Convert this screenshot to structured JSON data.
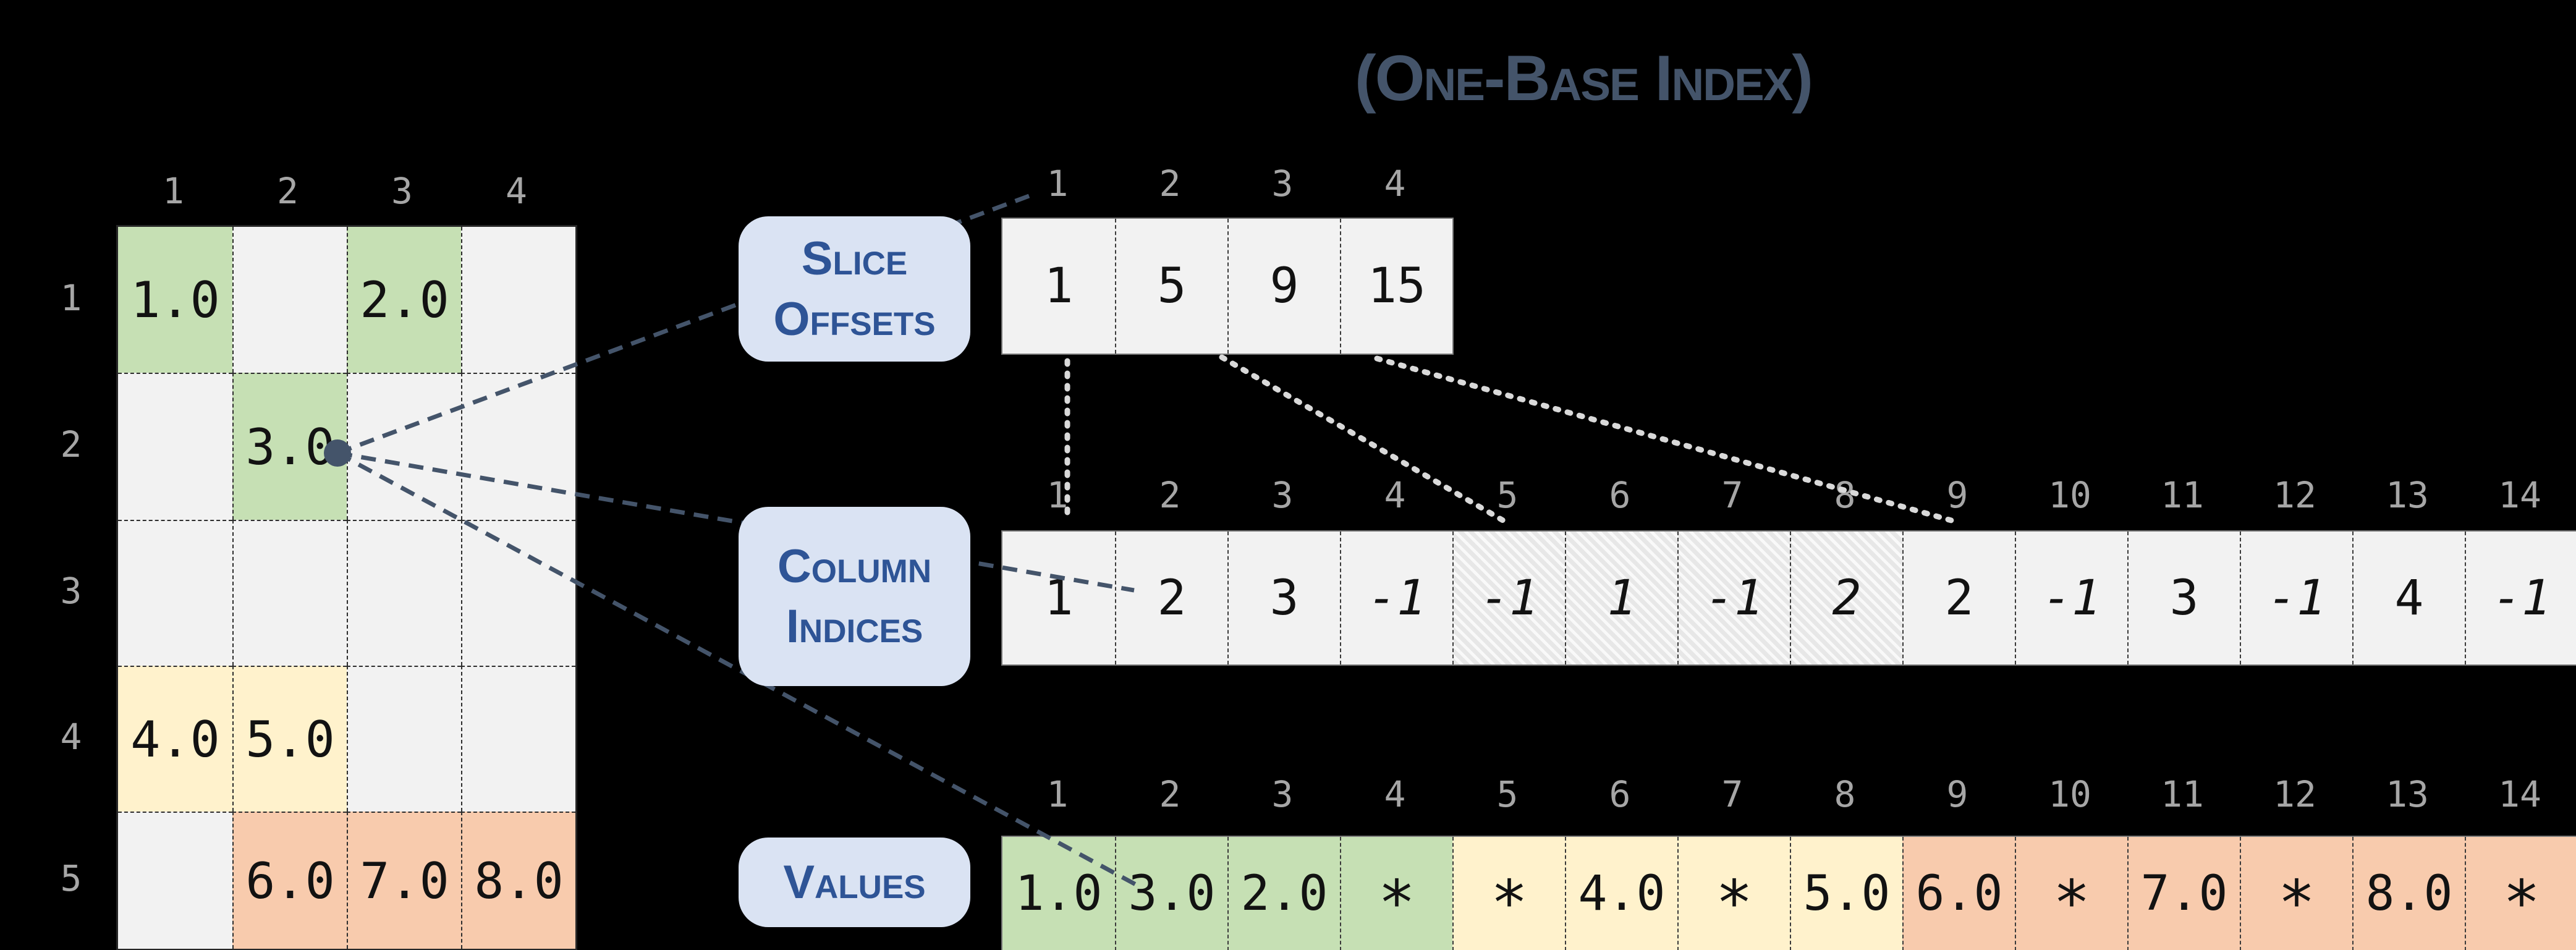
{
  "title": "(One-Base Index)",
  "matrix": {
    "col_headers": [
      "1",
      "2",
      "3",
      "4"
    ],
    "row_headers": [
      "1",
      "2",
      "3",
      "4",
      "5"
    ],
    "rows": [
      [
        {
          "v": "1.0",
          "c": "green"
        },
        {
          "v": "",
          "c": ""
        },
        {
          "v": "2.0",
          "c": "green"
        },
        {
          "v": "",
          "c": ""
        }
      ],
      [
        {
          "v": "",
          "c": ""
        },
        {
          "v": "3.0",
          "c": "green"
        },
        {
          "v": "",
          "c": ""
        },
        {
          "v": "",
          "c": ""
        }
      ],
      [
        {
          "v": "",
          "c": ""
        },
        {
          "v": "",
          "c": ""
        },
        {
          "v": "",
          "c": ""
        },
        {
          "v": "",
          "c": ""
        }
      ],
      [
        {
          "v": "4.0",
          "c": "yellow"
        },
        {
          "v": "5.0",
          "c": "yellow"
        },
        {
          "v": "",
          "c": ""
        },
        {
          "v": "",
          "c": ""
        }
      ],
      [
        {
          "v": "",
          "c": ""
        },
        {
          "v": "6.0",
          "c": "orange"
        },
        {
          "v": "7.0",
          "c": "orange"
        },
        {
          "v": "8.0",
          "c": "orange"
        }
      ]
    ]
  },
  "slice_offsets": {
    "label_line1": "Slice",
    "label_line2": "Offsets",
    "headers": [
      "1",
      "2",
      "3",
      "4"
    ],
    "cells": [
      {
        "v": "1"
      },
      {
        "v": "5"
      },
      {
        "v": "9"
      },
      {
        "v": "15"
      }
    ]
  },
  "column_indices": {
    "label_line1": "Column",
    "label_line2": "Indices",
    "headers": [
      "1",
      "2",
      "3",
      "4",
      "5",
      "6",
      "7",
      "8",
      "9",
      "10",
      "11",
      "12",
      "13",
      "14"
    ],
    "cells": [
      {
        "v": "1"
      },
      {
        "v": "2"
      },
      {
        "v": "3"
      },
      {
        "v": "-1",
        "italic": true
      },
      {
        "v": "-1",
        "italic": true,
        "hatched": true
      },
      {
        "v": "1",
        "italic": true,
        "hatched": true
      },
      {
        "v": "-1",
        "italic": true,
        "hatched": true
      },
      {
        "v": "2",
        "italic": true,
        "hatched": true
      },
      {
        "v": "2"
      },
      {
        "v": "-1",
        "italic": true
      },
      {
        "v": "3"
      },
      {
        "v": "-1",
        "italic": true
      },
      {
        "v": "4"
      },
      {
        "v": "-1",
        "italic": true
      }
    ]
  },
  "values_array": {
    "label": "Values",
    "headers": [
      "1",
      "2",
      "3",
      "4",
      "5",
      "6",
      "7",
      "8",
      "9",
      "10",
      "11",
      "12",
      "13",
      "14"
    ],
    "cells": [
      {
        "v": "1.0",
        "c": "green"
      },
      {
        "v": "3.0",
        "c": "green"
      },
      {
        "v": "2.0",
        "c": "green"
      },
      {
        "v": "*",
        "c": "green"
      },
      {
        "v": "*",
        "c": "yellow"
      },
      {
        "v": "4.0",
        "c": "yellow"
      },
      {
        "v": "*",
        "c": "yellow"
      },
      {
        "v": "5.0",
        "c": "yellow"
      },
      {
        "v": "6.0",
        "c": "orange"
      },
      {
        "v": "*",
        "c": "orange"
      },
      {
        "v": "7.0",
        "c": "orange"
      },
      {
        "v": "*",
        "c": "orange"
      },
      {
        "v": "8.0",
        "c": "orange"
      },
      {
        "v": "*",
        "c": "orange"
      }
    ]
  },
  "palette": {
    "green": "#c6e0b4",
    "yellow": "#fff2cc",
    "orange": "#f8cbad",
    "cell_gray": "#f2f2f2",
    "header_gray": "#a6a6a6",
    "accent_dark": "#44546a",
    "label_box_bg": "#dae3f3",
    "label_text": "#2e5496",
    "dotted_guide": "#d9d9d9"
  },
  "annotations": {
    "highlighted_matrix_cell": "row 2, column 2 (value 3.0)",
    "dashed_links_from_cell": [
      "slice-offsets position 1",
      "column-indices position 2",
      "values position 2"
    ],
    "dotted_links": [
      "offset 1 to position 1",
      "offset 5 to position 5",
      "offset 9 to position 9"
    ]
  }
}
